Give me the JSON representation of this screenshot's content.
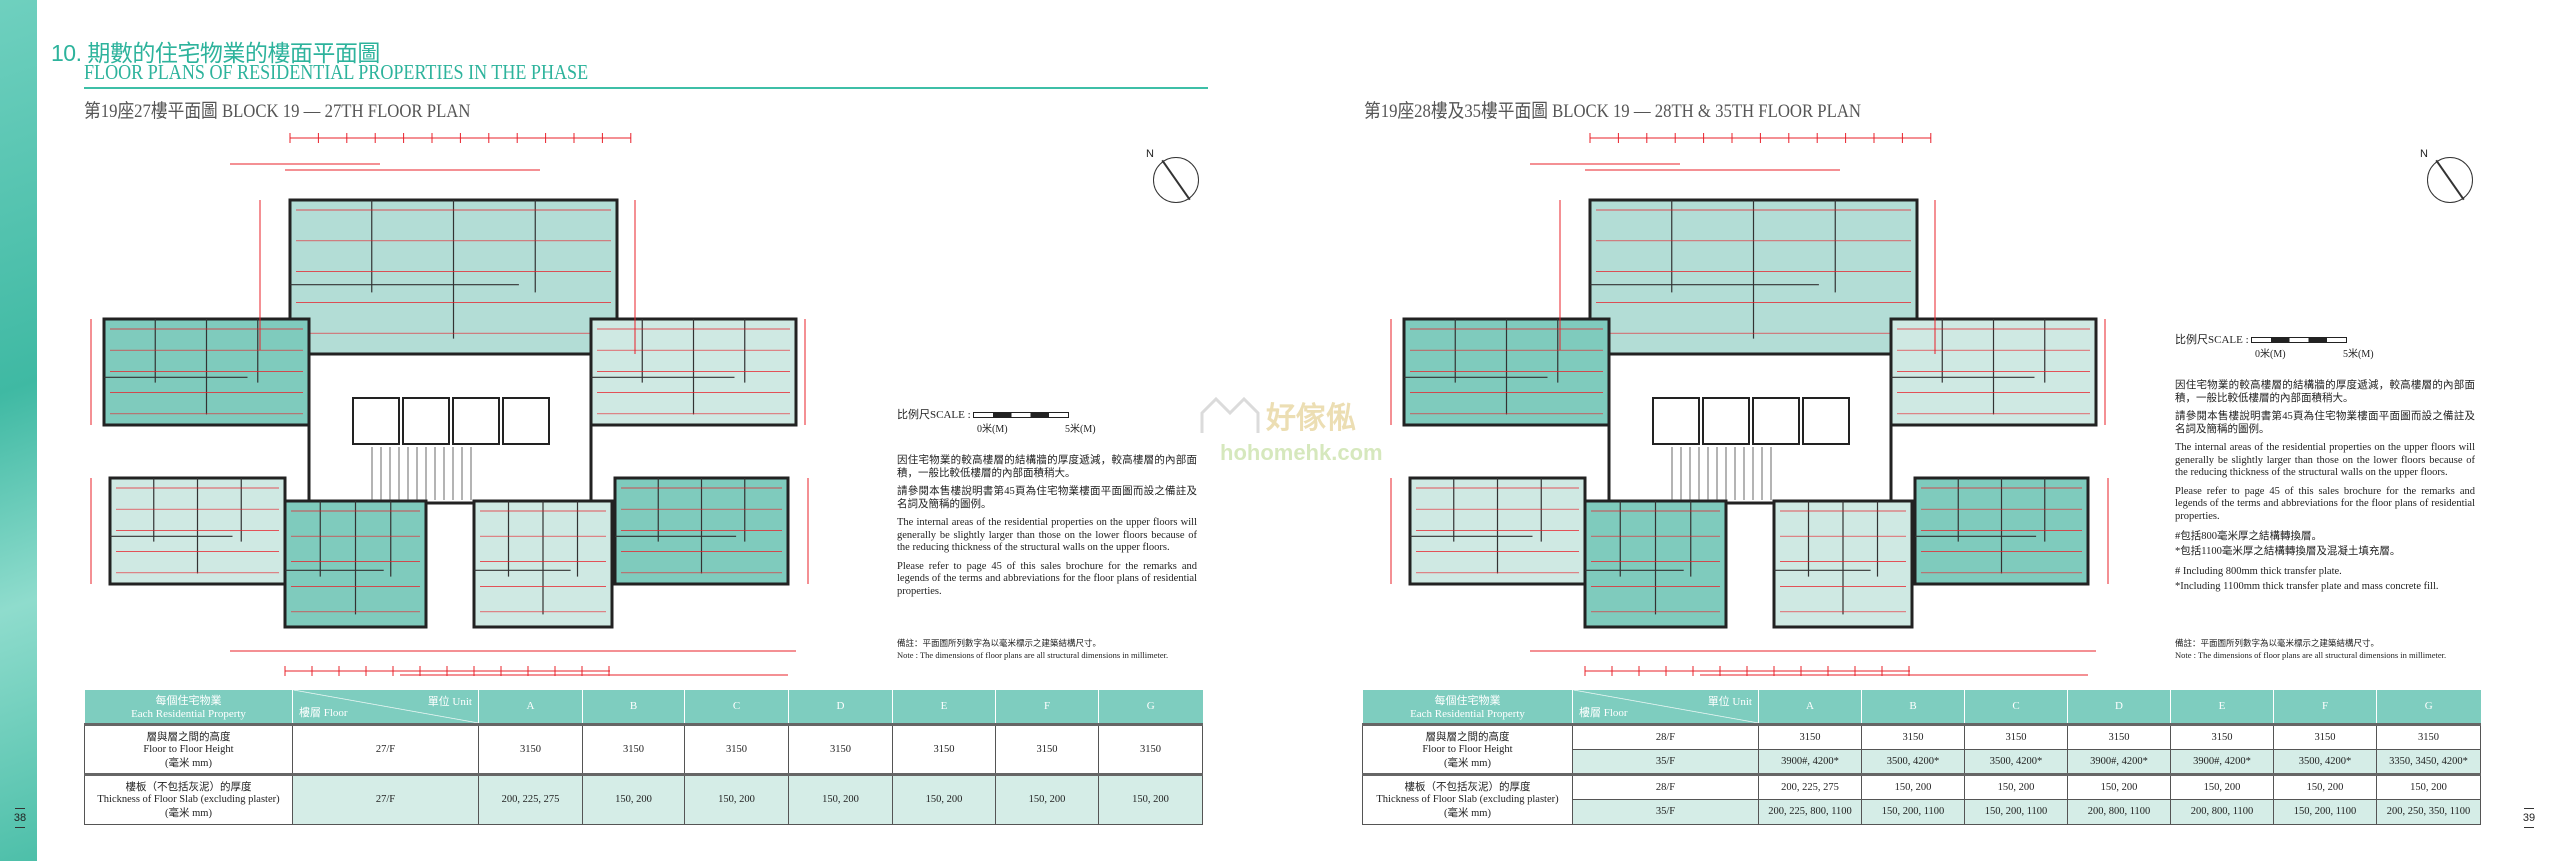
{
  "section": {
    "number_cn": "10. 期數的住宅物業的樓面平面圖",
    "title_en": "FLOOR PLANS OF RESIDENTIAL PROPERTIES IN THE PHASE"
  },
  "accent_color": "#3dbfa7",
  "watermark": {
    "cn": "好傢俬",
    "en": "hohomehk.com"
  },
  "left_page": {
    "title": "第19座27樓平面圖  BLOCK 19 — 27TH FLOOR PLAN",
    "compass": "N",
    "scale": {
      "label": "比例尺SCALE :",
      "zero": "0米(M)",
      "five": "5米(M)"
    },
    "notes": [
      "因住宅物業的較高樓層的結構牆的厚度遞減，較高樓層的內部面積，一般比較低樓層的內部面積稍大。",
      "請參閱本售樓說明書第45頁為住宅物業樓面平面圖而設之備註及名詞及簡稱的圖例。",
      "The internal areas of the residential properties on the upper floors will generally be slightly larger than those on the lower floors because of the reducing thickness of the structural walls on the upper floors.",
      "Please refer to page 45 of this sales brochure for the remarks and legends of the terms and abbreviations for the floor plans of residential properties."
    ],
    "footnote_cn": "備註：平面圖所列數字為以毫米標示之建築結構尺寸。",
    "footnote_en": "Note : The dimensions of floor plans are all structural dimensions in millimeter.",
    "page_number": "38",
    "table": {
      "header_property": [
        "每個住宅物業",
        "Each Residential Property"
      ],
      "header_unit": "單位 Unit",
      "header_floor": "樓層 Floor",
      "units": [
        "A",
        "B",
        "C",
        "D",
        "E",
        "F",
        "G"
      ],
      "rows": [
        {
          "label": [
            "層與層之間的高度",
            "Floor to Floor Height",
            "(毫米 mm)"
          ],
          "floors": [
            {
              "floor": "27/F",
              "values": [
                "3150",
                "3150",
                "3150",
                "3150",
                "3150",
                "3150",
                "3150"
              ]
            }
          ]
        },
        {
          "label": [
            "樓板（不包括灰泥）的厚度",
            "Thickness of Floor Slab (excluding plaster)",
            "(毫米 mm)"
          ],
          "floors": [
            {
              "floor": "27/F",
              "values": [
                "200, 225, 275",
                "150, 200",
                "150, 200",
                "150, 200",
                "150, 200",
                "150, 200",
                "150, 200"
              ]
            }
          ]
        }
      ]
    }
  },
  "right_page": {
    "title": "第19座28樓及35樓平面圖  BLOCK 19 — 28TH & 35TH FLOOR PLAN",
    "compass": "N",
    "scale": {
      "label": "比例尺SCALE :",
      "zero": "0米(M)",
      "five": "5米(M)"
    },
    "notes": [
      "因住宅物業的較高樓層的結構牆的厚度遞減，較高樓層的內部面積，一般比較低樓層的內部面積稍大。",
      "請參閱本售樓說明書第45頁為住宅物業樓面平面圖而設之備註及名詞及簡稱的圖例。",
      "The internal areas of the residential properties on the upper floors will generally be slightly larger than those on the lower floors because of the reducing thickness of the structural walls on the upper floors.",
      "Please refer to page 45 of this sales brochure for the remarks and legends of the terms and abbreviations for the floor plans of residential properties."
    ],
    "symbol_notes": [
      "#包括800毫米厚之結構轉換層。",
      "*包括1100毫米厚之結構轉換層及混凝土填充層。",
      "# Including 800mm thick transfer plate.",
      "*Including 1100mm thick transfer plate and mass concrete fill."
    ],
    "footnote_cn": "備註：平面圖所列數字為以毫米標示之建築結構尺寸。",
    "footnote_en": "Note : The dimensions of floor plans are all structural dimensions in millimeter.",
    "page_number": "39",
    "table": {
      "header_property": [
        "每個住宅物業",
        "Each Residential Property"
      ],
      "header_unit": "單位 Unit",
      "header_floor": "樓層 Floor",
      "units": [
        "A",
        "B",
        "C",
        "D",
        "E",
        "F",
        "G"
      ],
      "rows": [
        {
          "label": [
            "層與層之間的高度",
            "Floor to Floor Height",
            "(毫米 mm)"
          ],
          "floors": [
            {
              "floor": "28/F",
              "values": [
                "3150",
                "3150",
                "3150",
                "3150",
                "3150",
                "3150",
                "3150"
              ]
            },
            {
              "floor": "35/F",
              "values": [
                "3900#, 4200*",
                "3500, 4200*",
                "3500, 4200*",
                "3900#, 4200*",
                "3900#, 4200*",
                "3500, 4200*",
                "3350, 3450, 4200*"
              ]
            }
          ]
        },
        {
          "label": [
            "樓板（不包括灰泥）的厚度",
            "Thickness of Floor Slab (excluding plaster)",
            "(毫米 mm)"
          ],
          "floors": [
            {
              "floor": "28/F",
              "values": [
                "200, 225, 275",
                "150, 200",
                "150, 200",
                "150, 200",
                "150, 200",
                "150, 200",
                "150, 200"
              ]
            },
            {
              "floor": "35/F",
              "values": [
                "200, 225, 800, 1100",
                "150, 200, 1100",
                "150, 200, 1100",
                "200, 800, 1100",
                "200, 800, 1100",
                "150, 200, 1100",
                "200, 250, 350, 1100"
              ]
            }
          ]
        }
      ]
    }
  }
}
